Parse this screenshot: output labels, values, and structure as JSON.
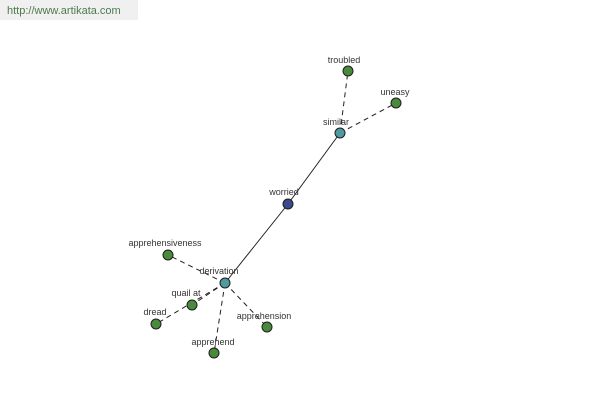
{
  "watermark": {
    "url": "http://www.artikata.com"
  },
  "colors": {
    "root": "#3b4a8c",
    "hub": "#4f9aa0",
    "leaf": "#4a8a3c",
    "edge": "#222222"
  },
  "graph": {
    "nodes": [
      {
        "id": "worried",
        "label": "worried",
        "type": "root"
      },
      {
        "id": "similar",
        "label": "similar",
        "type": "hub"
      },
      {
        "id": "derivation",
        "label": "derivation",
        "type": "hub"
      },
      {
        "id": "troubled",
        "label": "troubled",
        "type": "leaf"
      },
      {
        "id": "uneasy",
        "label": "uneasy",
        "type": "leaf"
      },
      {
        "id": "apprehensiveness",
        "label": "apprehensiveness",
        "type": "leaf"
      },
      {
        "id": "quail_at",
        "label": "quail at",
        "type": "leaf"
      },
      {
        "id": "dread",
        "label": "dread",
        "type": "leaf"
      },
      {
        "id": "apprehension",
        "label": "apprehension",
        "type": "leaf"
      },
      {
        "id": "apprehend",
        "label": "apprehend",
        "type": "leaf"
      }
    ],
    "edges": [
      {
        "from": "worried",
        "to": "similar",
        "style": "solid"
      },
      {
        "from": "worried",
        "to": "derivation",
        "style": "solid"
      },
      {
        "from": "similar",
        "to": "troubled",
        "style": "dashed"
      },
      {
        "from": "similar",
        "to": "uneasy",
        "style": "dashed"
      },
      {
        "from": "derivation",
        "to": "apprehensiveness",
        "style": "dashed"
      },
      {
        "from": "derivation",
        "to": "quail_at",
        "style": "dashed"
      },
      {
        "from": "derivation",
        "to": "dread",
        "style": "dashed"
      },
      {
        "from": "derivation",
        "to": "apprehension",
        "style": "dashed"
      },
      {
        "from": "derivation",
        "to": "apprehend",
        "style": "dashed"
      }
    ]
  }
}
